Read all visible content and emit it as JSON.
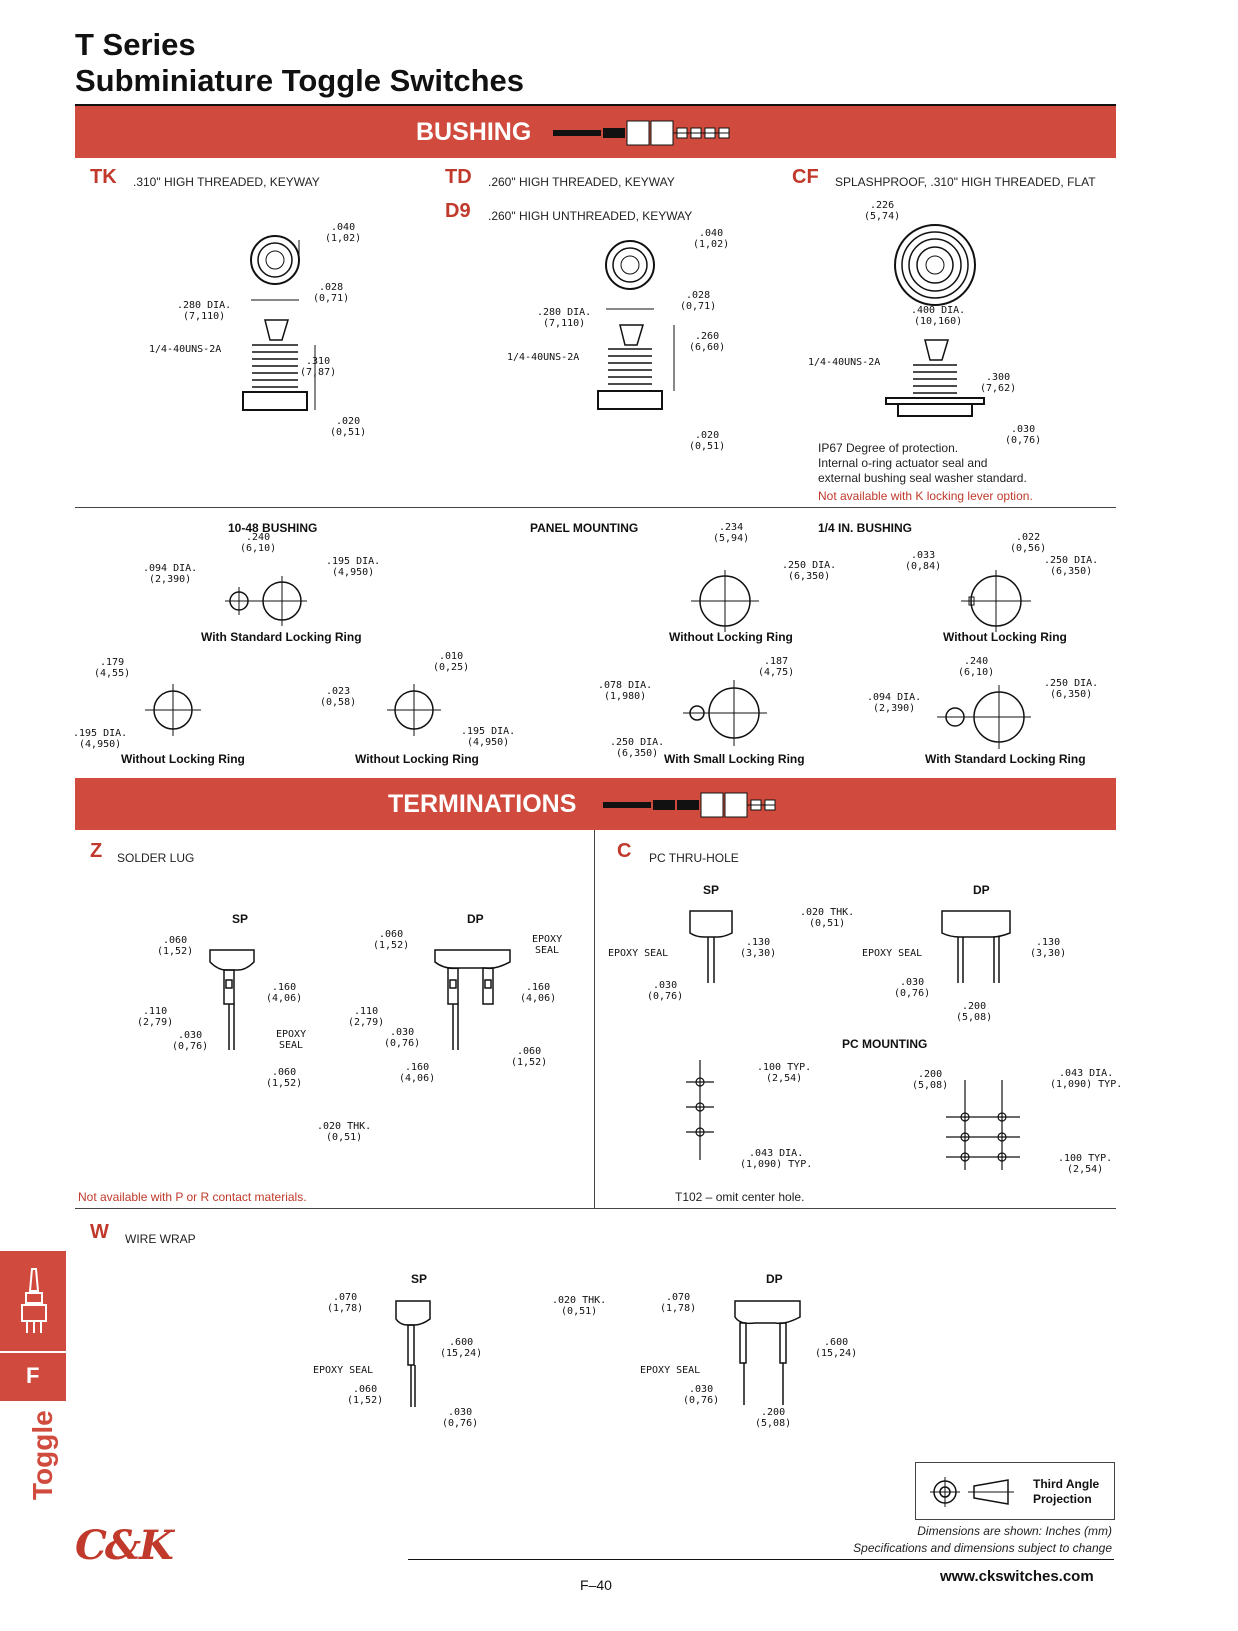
{
  "header": {
    "title_line1": "T Series",
    "title_line2": "Subminiature Toggle Switches"
  },
  "bushing": {
    "banner": "BUSHING",
    "tk": {
      "code": "TK",
      "desc": ".310\" HIGH THREADED, KEYWAY",
      "dims": {
        "d1": ".040\n(1,02)",
        "d2": ".028\n(0,71)",
        "d3": ".280 DIA.\n(7,110)",
        "d4": "1/4-40UNS-2A",
        "d5": ".310\n(7,87)",
        "d6": ".020\n(0,51)"
      }
    },
    "td": {
      "code": "TD",
      "desc": ".260\" HIGH THREADED, KEYWAY"
    },
    "d9": {
      "code": "D9",
      "desc": ".260\" HIGH UNTHREADED, KEYWAY",
      "dims": {
        "d1": ".040\n(1,02)",
        "d2": ".028\n(0,71)",
        "d3": ".280 DIA.\n(7,110)",
        "d4": "1/4-40UNS-2A",
        "d5": ".260\n(6,60)",
        "d6": ".020\n(0,51)"
      }
    },
    "cf": {
      "code": "CF",
      "desc": "SPLASHPROOF, .310\" HIGH THREADED, FLAT",
      "dims": {
        "d1": ".226\n(5,74)",
        "d2": ".400 DIA.\n(10,160)",
        "d3": "1/4-40UNS-2A",
        "d4": ".300\n(7,62)",
        "d5": ".030\n(0,76)"
      },
      "note": [
        "IP67 Degree of protection.",
        "Internal o-ring actuator seal and",
        "external bushing seal washer standard."
      ],
      "note_red": "Not available with K locking lever option."
    }
  },
  "mounting": {
    "h_1048": "10-48 BUSHING",
    "h_panel": "PANEL MOUNTING",
    "h_quarter": "1/4 IN. BUSHING",
    "cap_std_ring": "With Standard Locking Ring",
    "cap_without_ring": "Without Locking Ring",
    "cap_small_ring": "With Small Locking Ring",
    "dims": {
      "a1": ".240\n(6,10)",
      "a2": ".094 DIA.\n(2,390)",
      "a3": ".195 DIA.\n(4,950)",
      "b1": ".234\n(5,94)",
      "b2": ".250 DIA.\n(6,350)",
      "c1": ".022\n(0,56)",
      "c2": ".033\n(0,84)",
      "c3": ".250 DIA.\n(6,350)",
      "e1": ".179\n(4,55)",
      "e2": ".195 DIA.\n(4,950)",
      "f1": ".010\n(0,25)",
      "f2": ".023\n(0,58)",
      "f3": ".195 DIA.\n(4,950)",
      "g1": ".187\n(4,75)",
      "g2": ".078 DIA.\n(1,980)",
      "g3": ".250 DIA.\n(6,350)",
      "h1": ".240\n(6,10)",
      "h2": ".094 DIA.\n(2,390)",
      "h3": ".250 DIA.\n(6,350)"
    }
  },
  "terminations": {
    "banner": "TERMINATIONS",
    "z": {
      "code": "Z",
      "desc": "SOLDER LUG",
      "sp": "SP",
      "dp": "DP",
      "dims": {
        "s1": ".060\n(1,52)",
        "s2": ".160\n(4,06)",
        "s3": ".110\n(2,79)",
        "s4": ".030\n(0,76)",
        "s5": "EPOXY\nSEAL",
        "s6": ".060\n(1,52)",
        "p1": ".060\n(1,52)",
        "p2": "EPOXY\nSEAL",
        "p3": ".160\n(4,06)",
        "p4": ".110\n(2,79)",
        "p5": ".030\n(0,76)",
        "p6": ".060\n(1,52)",
        "p7": ".160\n(4,06)",
        "thk": ".020 THK.\n(0,51)"
      },
      "note_red": "Not available with P or R contact materials."
    },
    "c": {
      "code": "C",
      "desc": "PC THRU-HOLE",
      "sp": "SP",
      "dp": "DP",
      "dims": {
        "thk": ".020 THK.\n(0,51)",
        "s1": "EPOXY SEAL",
        "s2": ".130\n(3,30)",
        "s3": ".030\n(0,76)",
        "p1": "EPOXY SEAL",
        "p2": ".130\n(3,30)",
        "p3": ".030\n(0,76)",
        "p4": ".200\n(5,08)",
        "m1": ".100 TYP.\n(2,54)",
        "m2": ".043 DIA.\n(1,090) TYP.",
        "m3": ".200\n(5,08)",
        "m4": ".043 DIA.\n(1,090) TYP.",
        "m5": ".100 TYP.\n(2,54)"
      },
      "pc_mounting": "PC MOUNTING",
      "note": "T102 – omit center hole."
    },
    "w": {
      "code": "W",
      "desc": "WIRE WRAP",
      "sp": "SP",
      "dp": "DP",
      "dims": {
        "s1": ".070\n(1,78)",
        "s2": ".600\n(15,24)",
        "s3": "EPOXY SEAL",
        "s4": ".060\n(1,52)",
        "s5": ".030\n(0,76)",
        "thk": ".020 THK.\n(0,51)",
        "p1": ".070\n(1,78)",
        "p2": ".600\n(15,24)",
        "p3": "EPOXY SEAL",
        "p4": ".030\n(0,76)",
        "p5": ".200\n(5,08)"
      }
    }
  },
  "sidebar": {
    "tab_letter": "F",
    "label": "Toggle"
  },
  "footer": {
    "logo": "C&K",
    "projection": "Third Angle\nProjection",
    "dims_note": "Dimensions are shown: Inches (mm)",
    "spec_note": "Specifications and dimensions subject to change",
    "page": "F–40",
    "url": "www.ckswitches.com"
  },
  "colors": {
    "accent": "#d04a3d",
    "code_red": "#c0392b"
  }
}
